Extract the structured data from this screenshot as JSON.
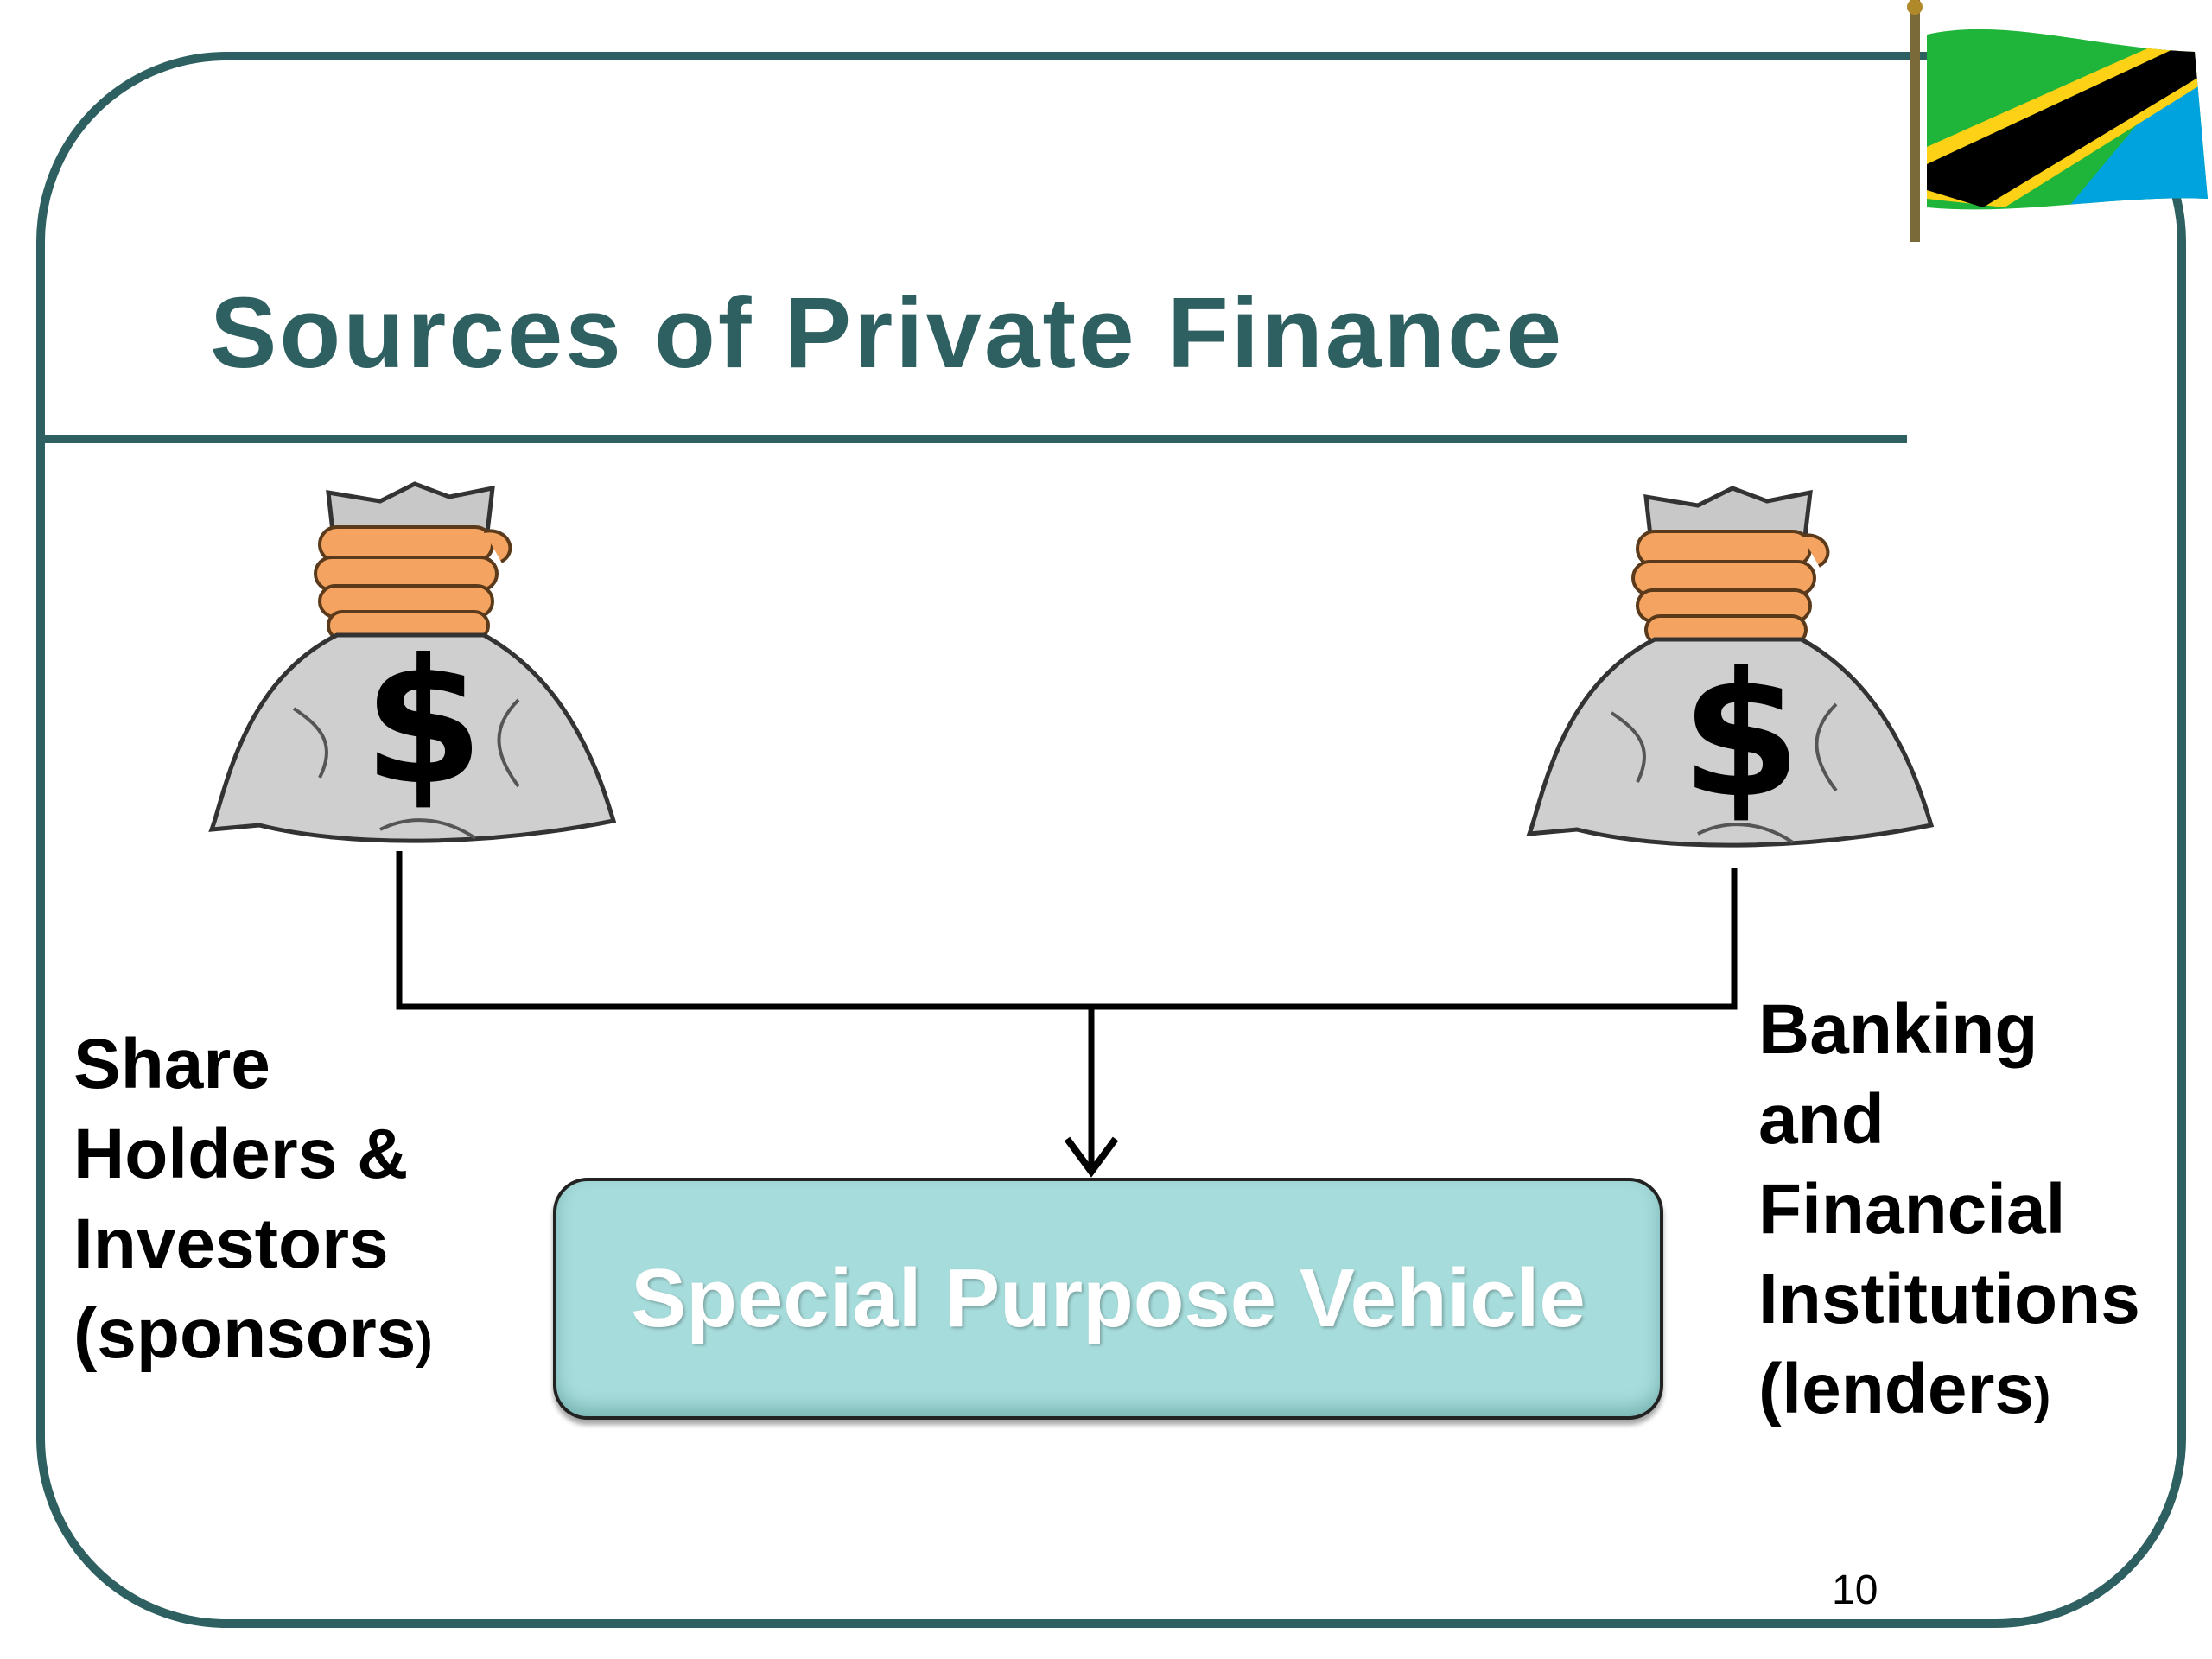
{
  "slide": {
    "title": "Sources of Private Finance",
    "page_number": "10"
  },
  "diagram": {
    "source_left": {
      "lines": [
        "Share",
        "Holders &",
        "Investors",
        "(sponsors"
      ],
      "closing": ")",
      "icon": "money-bag-icon"
    },
    "source_right": {
      "lines": [
        "Banking",
        "and",
        "Financial",
        "Institutions",
        "(lenders"
      ],
      "closing": ")",
      "icon": "money-bag-icon"
    },
    "target": {
      "label": "Special Purpose Vehicle"
    },
    "bag_symbol": "$"
  },
  "colors": {
    "accent": "#2e6062",
    "box_fill": "#a6dcdb",
    "box_text": "#ffffff",
    "flag_green": "#1eb53a",
    "flag_yellow": "#fcd116",
    "flag_black": "#000000",
    "flag_blue": "#00a3dd"
  }
}
